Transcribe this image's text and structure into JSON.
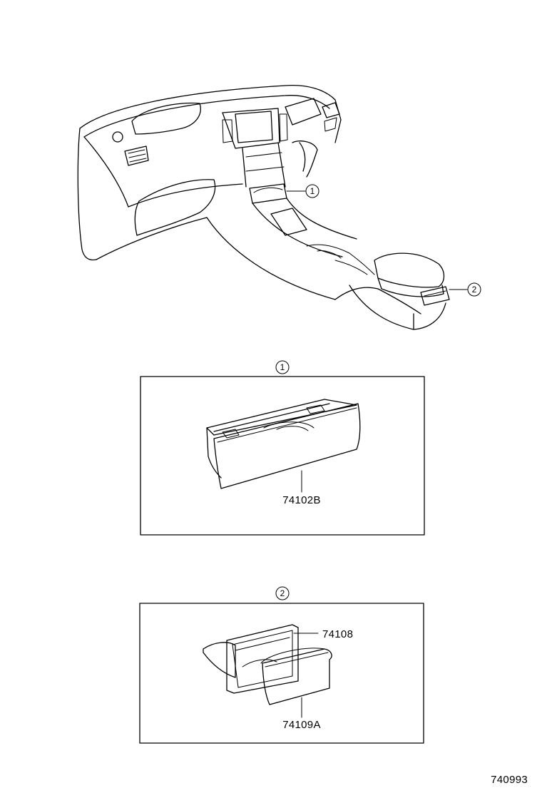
{
  "callouts": {
    "one": "1",
    "two": "2"
  },
  "panel1": {
    "callout": "1",
    "part": "74102B"
  },
  "panel2": {
    "callout": "2",
    "part_upper": "74108",
    "part_lower": "74109A"
  },
  "diagram_number": "740993"
}
